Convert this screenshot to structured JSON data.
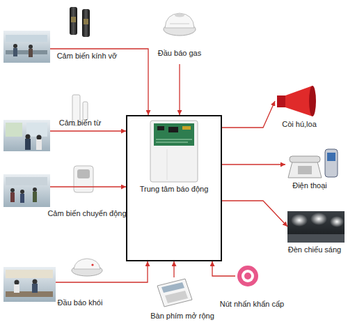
{
  "diagram": {
    "nodes": [
      {
        "text": [
          "Cảm biến kính vỡ"
        ]
      },
      {
        "text": [
          "Đầu báo gas"
        ]
      },
      {
        "text": [
          "Cảm biến từ"
        ]
      },
      {
        "text": [
          "Cảm biến chuyển động"
        ]
      },
      {
        "text": [
          "Trung tâm báo động"
        ]
      },
      {
        "text": [
          "Còi hú,loa"
        ]
      },
      {
        "text": [
          "Điện thoại"
        ]
      },
      {
        "text": [
          "Đèn chiếu sáng"
        ]
      },
      {
        "text": [
          "Đầu báo khói"
        ]
      },
      {
        "text": [
          "Bàn phím mở rộng"
        ]
      },
      {
        "text": [
          "Nút nhấn khẩn cấp"
        ]
      }
    ],
    "edges": [
      {
        "from": 0,
        "to": 4,
        "arrow": "to"
      },
      {
        "from": 1,
        "to": 4,
        "arrow": "to"
      },
      {
        "from": 2,
        "to": 4,
        "arrow": "to"
      },
      {
        "from": 3,
        "to": 4,
        "arrow": "to"
      },
      {
        "from": 8,
        "to": 4,
        "arrow": "to"
      },
      {
        "from": 9,
        "to": 4,
        "arrow": "to"
      },
      {
        "from": 10,
        "to": 4,
        "arrow": "to"
      },
      {
        "from": 4,
        "to": 5,
        "arrow": "to"
      },
      {
        "from": 4,
        "to": 6,
        "arrow": "to"
      },
      {
        "from": 4,
        "to": 7,
        "arrow": "to"
      }
    ]
  }
}
